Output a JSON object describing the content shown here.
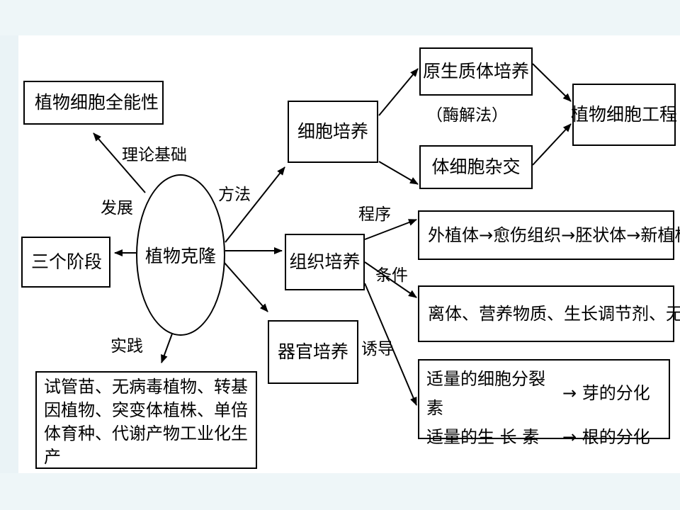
{
  "center": "植物克隆",
  "boxes": {
    "quanneng": "植物细胞全能性",
    "sange": "三个阶段",
    "shiguan": "试管苗、无病毒植物、转基因植物、突变体植株、单倍体育种、代谢产物工业化生产",
    "xibao": "细胞培养",
    "zuzhi": "组织培养",
    "qiguan": "器官培养",
    "yuanshengzhi": "原生质体培养",
    "tixibao": "体细胞杂交",
    "gongcheng": "植物细胞工程",
    "chengxu": "外植体→愈伤组织→胚状体→新植株",
    "tiaojian": "离体、营养物质、生长调节剂、无菌",
    "youdao_line1_a": "适量的细胞分裂素",
    "youdao_line1_b": "→ 芽的分化",
    "youdao_line2_a": "适量的生 长 素",
    "youdao_line2_b": "→ 根的分化"
  },
  "labels": {
    "lilun": "理论基础",
    "fazhan": "发展",
    "fangfa": "方法",
    "shijian": "实践",
    "meijie": "（酶解法）",
    "chengxu": "程序",
    "tiaojian": "条件",
    "youdao": "诱导"
  }
}
